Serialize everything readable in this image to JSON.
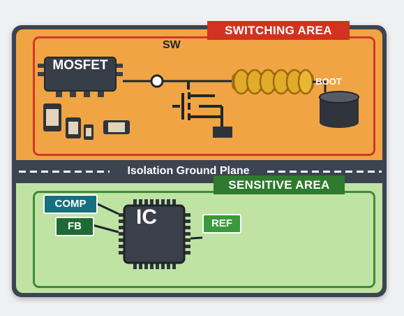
{
  "areas": {
    "switching_label": "SWITCHING AREA",
    "sensitive_label": "SENSITIVE AREA",
    "divider_label": "Isolation Ground Plane"
  },
  "switching": {
    "mosfet_label": "MOSFET",
    "node_label": "SW",
    "boot_label": "BOOT"
  },
  "sensitive": {
    "ic_label": "IC",
    "pins": {
      "comp": "COMP",
      "fb": "FB",
      "ref": "REF"
    }
  },
  "colors": {
    "switching_fill": "#f1a443",
    "switching_border": "#d2372a",
    "sensitive_fill": "#bfe3a2",
    "sensitive_border": "#3e8a3b",
    "ground_plane": "#3b4450",
    "inductor": "#d8a01c"
  }
}
